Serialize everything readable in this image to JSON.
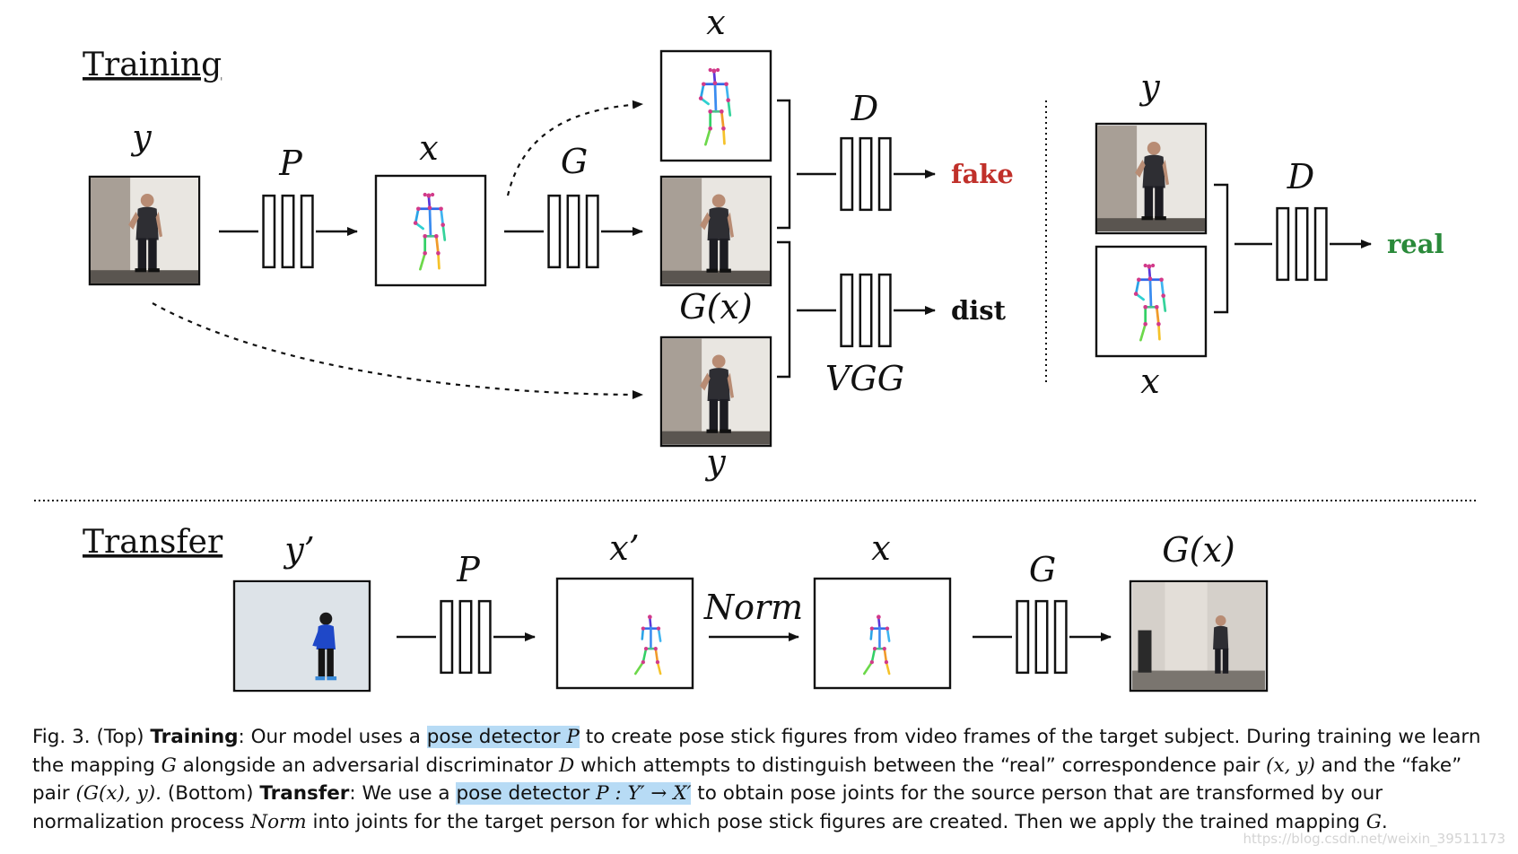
{
  "sections": {
    "training": "Training",
    "transfer": "Transfer"
  },
  "labels": {
    "y": "y",
    "x": "x",
    "P": "P",
    "G": "G",
    "D": "D",
    "Gx": "G(x)",
    "VGG": "VGG",
    "y_prime": "y’",
    "x_prime": "x’",
    "norm": "Norm"
  },
  "outputs": {
    "fake": "fake",
    "dist": "dist",
    "real": "real"
  },
  "colors": {
    "fake": "#c0302a",
    "real": "#2a8a3a",
    "dist": "#111111",
    "highlight": "#b7dbf5"
  },
  "icons": {
    "photo": "person-photo",
    "pose": "pose-stick-figure",
    "network": "network-block"
  },
  "caption": {
    "fig": "Fig. 3.",
    "top": "(Top)",
    "training_bold": "Training",
    "t1": ": Our model uses a",
    "pose_detector": "pose detector",
    "P": "P",
    "t2": "to create pose stick figures from video frames of the target subject. During training we learn the mapping",
    "G1": "G",
    "t3": "alongside an adversarial discriminator",
    "D": "D",
    "t4": "which attempts to distinguish between the “real” correspondence pair",
    "pair_real": "(x, y)",
    "t5": "and the “fake” pair",
    "pair_fake": "(G(x), y).",
    "bottom": "(Bottom)",
    "transfer_bold": "Transfer",
    "t6": ": We use a",
    "pose_detector2": "pose detector",
    "mapping": "P : Y′ → X′",
    "t7": "to obtain pose joints for the source person that are transformed by our normalization process",
    "norm": "Norm",
    "t8": "into joints for the target person for which pose stick figures are created. Then we apply the trained mapping",
    "G2": "G",
    "end": "."
  },
  "watermark": "https://blog.csdn.net/weixin_39511173"
}
